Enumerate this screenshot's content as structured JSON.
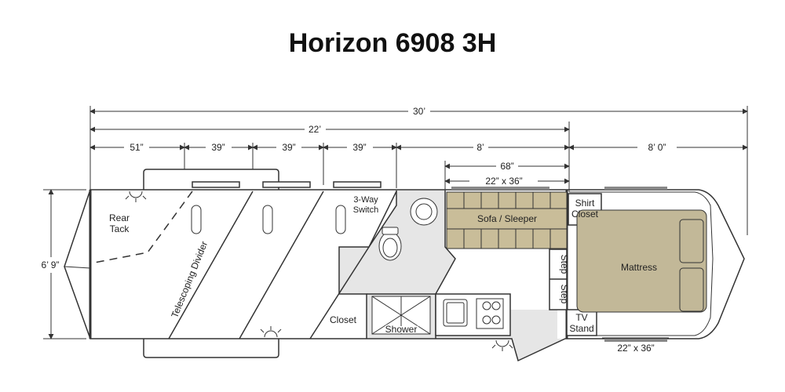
{
  "title": "Horizon 6908 3H",
  "dimensions": {
    "overall": "30’",
    "horse_section": "22’",
    "stall_rear": "51”",
    "stall_1": "39”",
    "stall_2": "39”",
    "stall_3": "39”",
    "dressing": "8’",
    "living": "8’ 0”",
    "sofa": "68”",
    "window_top": "22” x 36”",
    "window_bottom": "22” x 36”",
    "height": "6’ 9”"
  },
  "labels": {
    "rear_tack_1": "Rear",
    "rear_tack_2": "Tack",
    "telescoping_divider": "Telescoping Divider",
    "switch_1": "3-Way",
    "switch_2": "Switch",
    "sofa_sleeper": "Sofa / Sleeper",
    "shirt_closet_1": "Shirt",
    "shirt_closet_2": "Closet",
    "mattress": "Mattress",
    "step_1": "Step",
    "step_2": "Step",
    "tv_stand_1": "TV",
    "tv_stand_2": "Stand",
    "closet": "Closet",
    "shower": "Shower"
  },
  "colors": {
    "line": "#333333",
    "floor_gray": "#e6e6e6",
    "sofa_fill": "#c9bd99",
    "mattress_fill": "#c2b898"
  }
}
